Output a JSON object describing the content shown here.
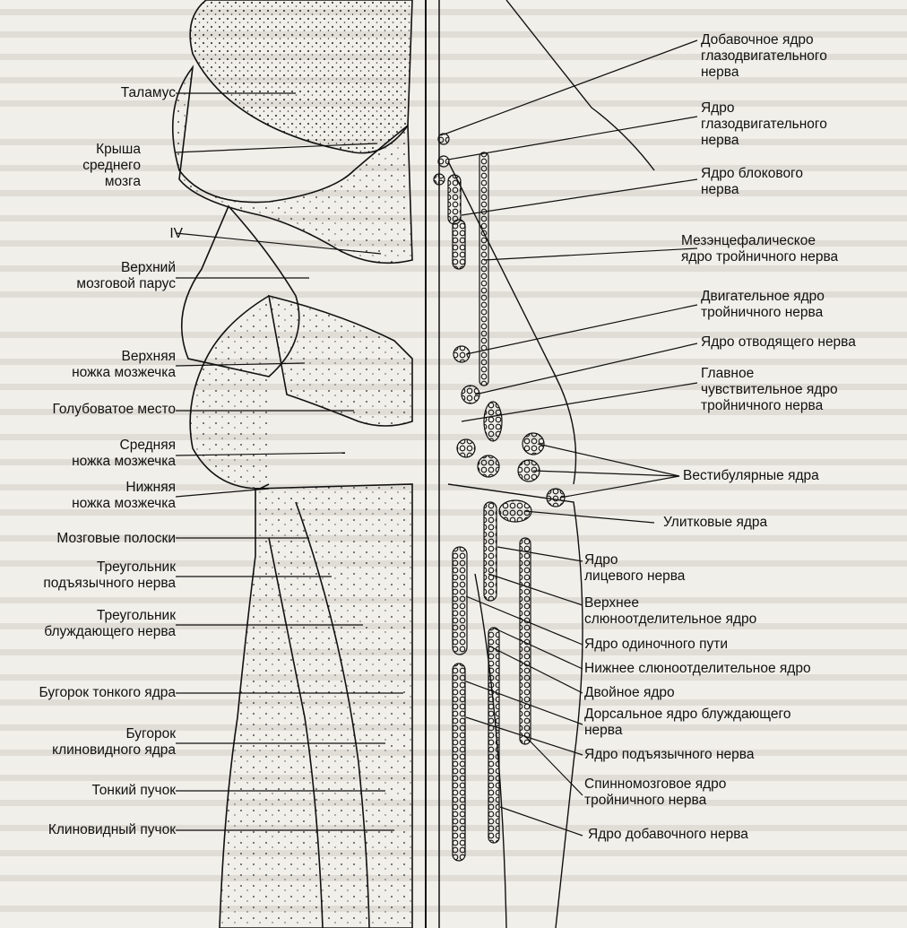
{
  "labels_left": [
    {
      "id": "thalamus",
      "text": "Таламус"
    },
    {
      "id": "tectum",
      "text": "Крыша\nсреднего\nмозга"
    },
    {
      "id": "iv",
      "text": "IV"
    },
    {
      "id": "sup-medullary-velum",
      "text": "Верхний\nмозговой парус"
    },
    {
      "id": "sup-cerebellar-peduncle",
      "text": "Верхняя\nножка мозжечка"
    },
    {
      "id": "locus-coeruleus",
      "text": "Голубоватое место"
    },
    {
      "id": "mid-cerebellar-peduncle",
      "text": "Средняя\nножка мозжечка"
    },
    {
      "id": "inf-cerebellar-peduncle",
      "text": "Нижняя\nножка мозжечка"
    },
    {
      "id": "medullary-striae",
      "text": "Мозговые полоски"
    },
    {
      "id": "hypoglossal-trigone",
      "text": "Треугольник\nподъязычного нерва"
    },
    {
      "id": "vagal-trigone",
      "text": "Треугольник\nблуждающего нерва"
    },
    {
      "id": "gracile-tubercle",
      "text": "Бугорок тонкого ядра"
    },
    {
      "id": "cuneate-tubercle",
      "text": "Бугорок\nклиновидного ядра"
    },
    {
      "id": "gracile-fasciculus",
      "text": "Тонкий пучок"
    },
    {
      "id": "cuneate-fasciculus",
      "text": "Клиновидный пучок"
    }
  ],
  "labels_right": [
    {
      "id": "accessory-oculomotor",
      "text": "Добавочное ядро\nглазодвигательного\nнерва"
    },
    {
      "id": "oculomotor",
      "text": "Ядро\nглазодвигательного\nнерва"
    },
    {
      "id": "trochlear",
      "text": "Ядро блокового\nнерва"
    },
    {
      "id": "mesencephalic-trigeminal",
      "text": "Мезэнцефалическое\nядро тройничного нерва"
    },
    {
      "id": "motor-trigeminal",
      "text": "Двигательное ядро\nтройничного нерва"
    },
    {
      "id": "abducens",
      "text": "Ядро отводящего нерва"
    },
    {
      "id": "main-sensory-trigeminal",
      "text": "Главное\nчувствительное ядро\nтройничного нерва"
    },
    {
      "id": "vestibular",
      "text": "Вестибулярные ядра"
    },
    {
      "id": "cochlear",
      "text": "Улитковые ядра"
    },
    {
      "id": "facial",
      "text": "Ядро\nлицевого нерва"
    },
    {
      "id": "sup-salivatory",
      "text": "Верхнее\nслюноотделительное ядро"
    },
    {
      "id": "solitary",
      "text": "Ядро одиночного пути"
    },
    {
      "id": "inf-salivatory",
      "text": "Нижнее слюноотделительное ядро"
    },
    {
      "id": "ambiguus",
      "text": "Двойное ядро"
    },
    {
      "id": "dorsal-vagal",
      "text": "Дорсальное ядро блуждающего\nнерва"
    },
    {
      "id": "hypoglossal",
      "text": "Ядро подъязычного нерва"
    },
    {
      "id": "spinal-trigeminal",
      "text": "Спинномозговое ядро\nтройничного нерва"
    },
    {
      "id": "accessory",
      "text": "Ядро добавочного нерва"
    }
  ]
}
